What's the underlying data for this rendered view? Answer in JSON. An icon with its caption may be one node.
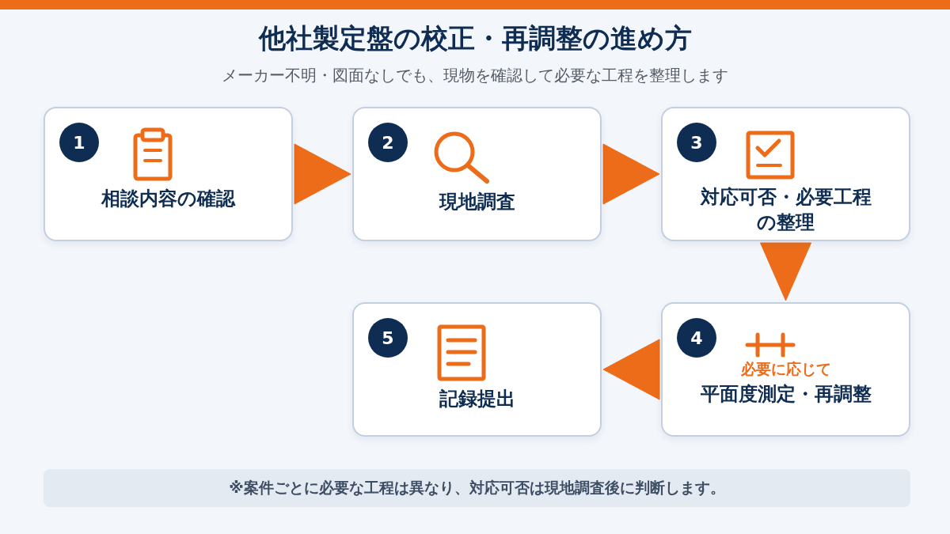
{
  "diagram": {
    "title": "他社製定盤の校正・再調整の進め方",
    "nodes": [
      {
        "text": [
          "1",
          "相談内容の確認"
        ]
      },
      {
        "text": [
          "2",
          "現地調査"
        ]
      },
      {
        "text": [
          "3",
          "対応可否・必要工程の整理"
        ]
      },
      {
        "text": [
          "4",
          "必要に応じて",
          "平面度測定・再調整"
        ]
      },
      {
        "text": [
          "5",
          "記録提出"
        ]
      }
    ],
    "edges": [
      {
        "from": 0,
        "to": 1,
        "arrow": "to"
      },
      {
        "from": 1,
        "to": 2,
        "arrow": "to"
      },
      {
        "from": 2,
        "to": 3,
        "arrow": "to"
      },
      {
        "from": 3,
        "to": 4,
        "arrow": "to"
      }
    ],
    "labels": [
      "メーカー不明・図面なしでも、現物を確認して必要な工程を整理します",
      "※案件ごとに必要な工程は異なり、対応可否は現地調査後に判断します。"
    ]
  }
}
